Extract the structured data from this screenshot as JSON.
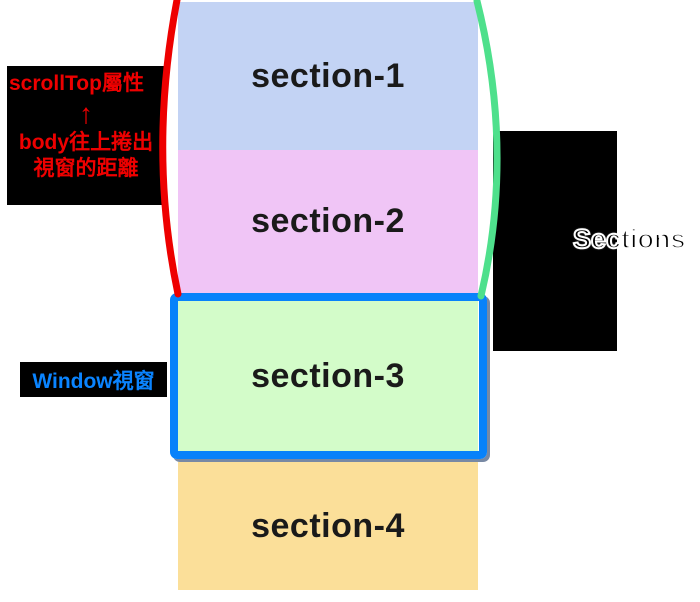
{
  "diagram": {
    "sections": [
      {
        "label": "section-1",
        "color": "#c3d3f4"
      },
      {
        "label": "section-2",
        "color": "#f0c5f6"
      },
      {
        "label": "section-3",
        "color": "#d3fcc9"
      },
      {
        "label": "section-4",
        "color": "#fbdf99"
      }
    ],
    "window": {
      "label": "Window視窗",
      "border_color": "#0882fa",
      "label_color": "#0a84ff"
    },
    "scrolltop_note": {
      "line1": "scrollTop屬性",
      "arrow": "↑",
      "line2": "body往上捲出",
      "line3": "視窗的距離",
      "text_color": "#ee0000"
    },
    "right_label": {
      "text": "Sections"
    },
    "arcs": {
      "left_color": "#ee0000",
      "right_color": "#4ee08c"
    }
  }
}
